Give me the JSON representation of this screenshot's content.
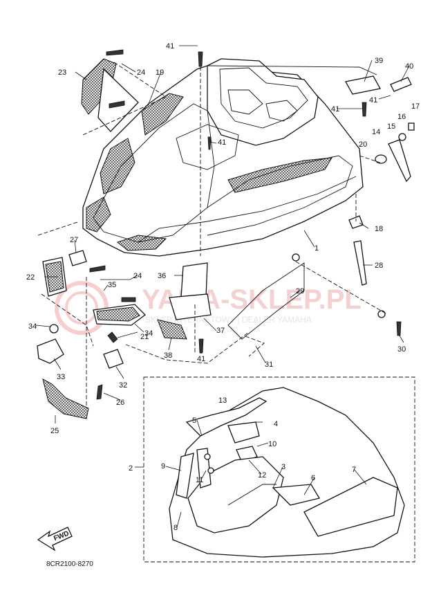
{
  "diagram": {
    "part_labels": [
      "1",
      "2",
      "3",
      "4",
      "5",
      "6",
      "7",
      "8",
      "9",
      "10",
      "11",
      "12",
      "13",
      "14",
      "15",
      "16",
      "17",
      "18",
      "19",
      "20",
      "21",
      "22",
      "23",
      "24",
      "24",
      "25",
      "26",
      "27",
      "28",
      "29",
      "30",
      "31",
      "32",
      "33",
      "34",
      "34",
      "35",
      "36",
      "37",
      "38",
      "39",
      "40",
      "41",
      "41",
      "41",
      "41",
      "41"
    ],
    "drawing_code": "8CR2100-8270",
    "fwd_label": "FWD",
    "watermark": {
      "main": "YAMA-SKLEP.PL",
      "sub": "SKLEP INTERNETOWY | DEALER YAMAHA"
    }
  }
}
